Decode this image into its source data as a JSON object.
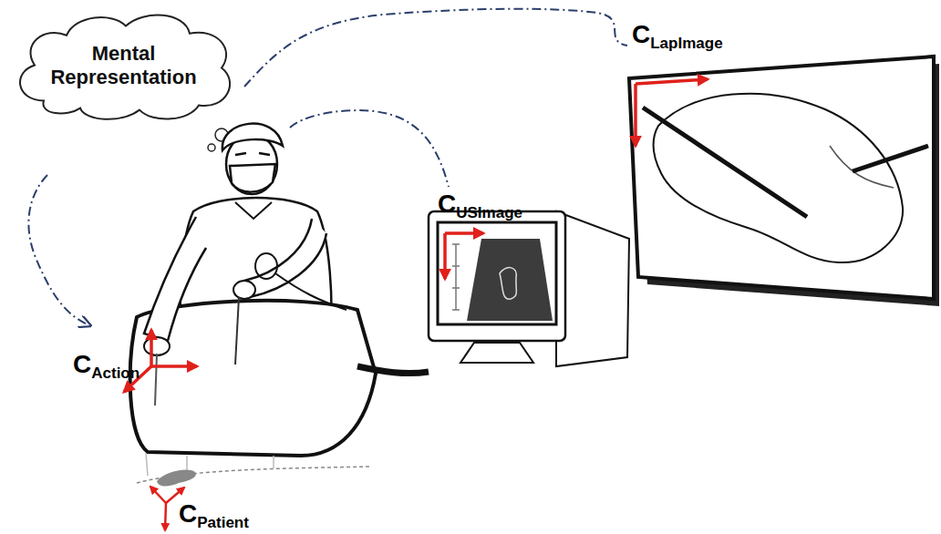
{
  "diagram": {
    "nodes": [
      {
        "text": [
          "Mental Representation"
        ]
      }
    ],
    "labels": [
      "C",
      "LapImage",
      "C",
      "USImage",
      "C",
      "Action",
      "C",
      "Patient"
    ]
  }
}
